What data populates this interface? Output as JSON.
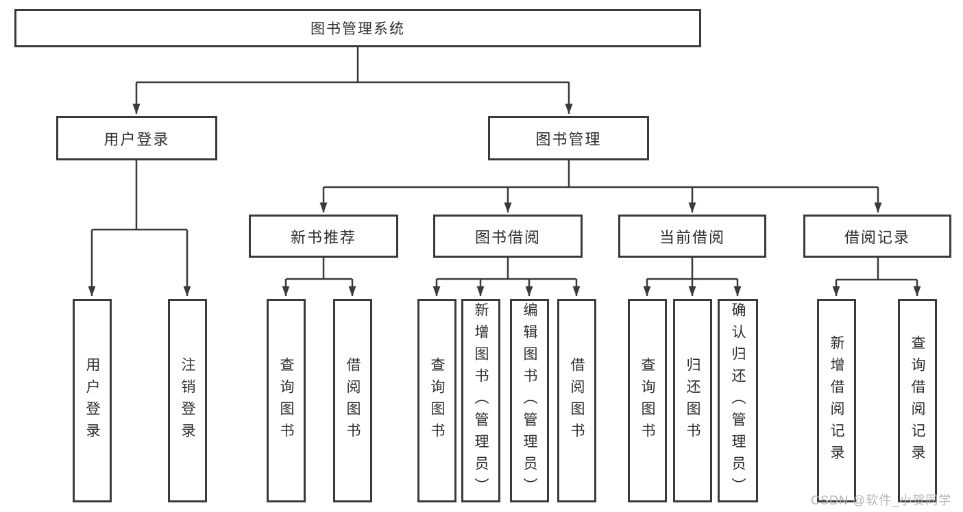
{
  "diagram": {
    "root": {
      "label": "图书管理系统"
    },
    "branches": [
      {
        "label": "用户登录",
        "children": [
          {
            "label": "用户登录"
          },
          {
            "label": "注销登录"
          }
        ]
      },
      {
        "label": "图书管理",
        "children": [
          {
            "label": "新书推荐",
            "children": [
              {
                "label": "查询图书"
              },
              {
                "label": "借阅图书"
              }
            ]
          },
          {
            "label": "图书借阅",
            "children": [
              {
                "label": "查询图书"
              },
              {
                "label": "新增图书（管理员）"
              },
              {
                "label": "编辑图书（管理员）"
              },
              {
                "label": "借阅图书"
              }
            ]
          },
          {
            "label": "当前借阅",
            "children": [
              {
                "label": "查询图书"
              },
              {
                "label": "归还图书"
              },
              {
                "label": "确认归还（管理员）"
              }
            ]
          },
          {
            "label": "借阅记录",
            "children": [
              {
                "label": "新增借阅记录"
              },
              {
                "label": "查询借阅记录"
              }
            ]
          }
        ]
      }
    ]
  },
  "watermark": {
    "text": "CSDN @软件_小贺同学"
  },
  "colors": {
    "background": "#ffffff",
    "line": "#3a3a3a",
    "box_border": "#3a3a3a",
    "text": "#2e2e2e",
    "watermark": "#b5b5b5"
  }
}
